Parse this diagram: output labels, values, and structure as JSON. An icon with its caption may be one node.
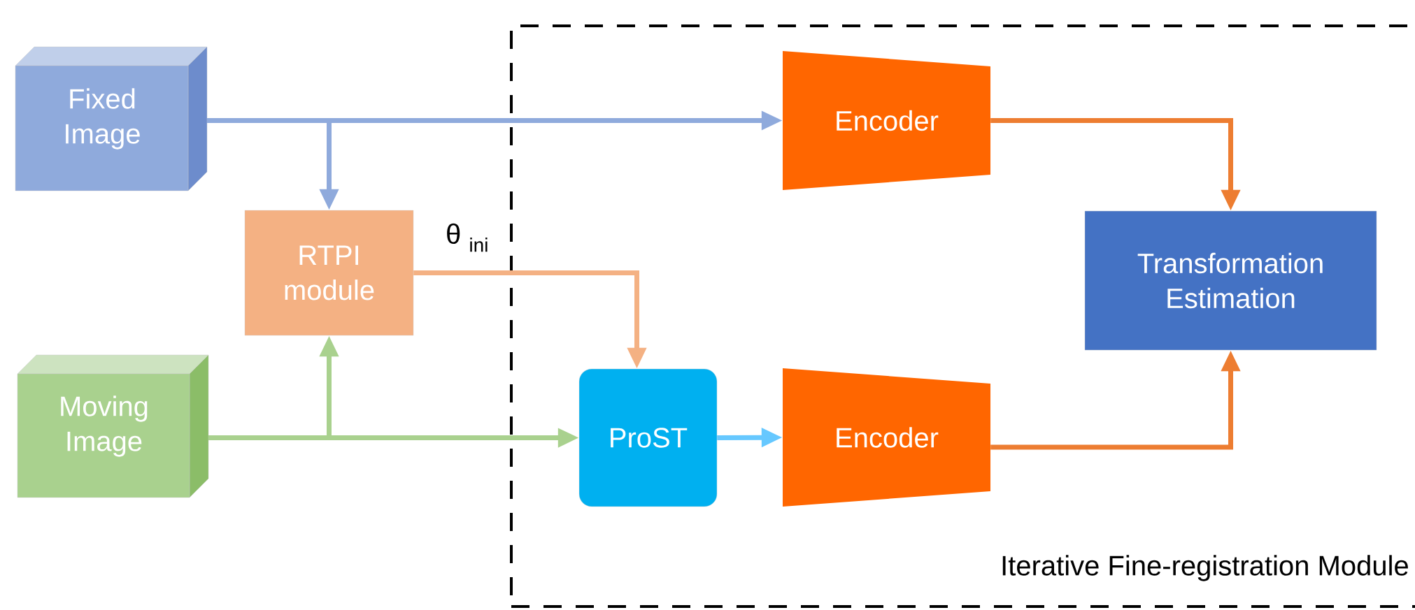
{
  "diagram": {
    "nodes": [
      {
        "text": [
          "Fixed Image"
        ]
      },
      {
        "text": [
          "RTPI module"
        ]
      },
      {
        "text": [
          "Moving Image"
        ]
      },
      {
        "text": [
          "Iterative Fine-registration Module"
        ]
      },
      {
        "text": [
          "Encoder"
        ],
        "in": 3
      },
      {
        "text": [
          "Transformation Estimation"
        ],
        "in": 3
      },
      {
        "text": [
          "ProST"
        ],
        "in": 3
      },
      {
        "text": [
          "Encoder"
        ],
        "in": 3
      }
    ],
    "edges": [
      {
        "from": 0,
        "to": 4,
        "arrow": "to",
        "color": "#8faadc"
      },
      {
        "from": 0,
        "to": 1,
        "arrow": "to",
        "color": "#8faadc"
      },
      {
        "from": 2,
        "to": 1,
        "arrow": "to",
        "color": "#a9d18e"
      },
      {
        "from": 2,
        "to": 6,
        "arrow": "to",
        "color": "#a9d18e"
      },
      {
        "from": 1,
        "to": 6,
        "arrow": "to",
        "color": "#f4b183"
      },
      {
        "from": 6,
        "to": 7,
        "arrow": "to",
        "color": "#66c8ff"
      },
      {
        "from": 4,
        "to": 5,
        "arrow": "to",
        "color": "#ed7d31"
      },
      {
        "from": 7,
        "to": 5,
        "arrow": "to",
        "color": "#ed7d31"
      }
    ],
    "labels": [
      "θ $_{ini}$"
    ]
  }
}
